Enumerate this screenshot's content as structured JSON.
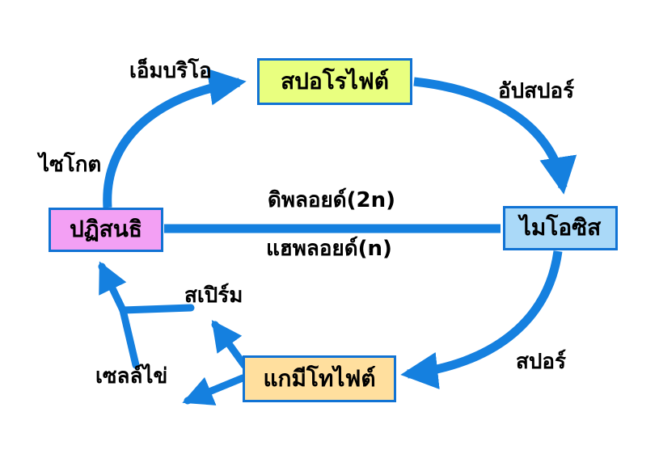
{
  "diagram": {
    "nodes": {
      "sporophyte": {
        "label": "สปอโรไฟต์",
        "bg": "#e9ff7f"
      },
      "fertilization": {
        "label": "ปฏิสนธิ",
        "bg": "#f3a0f4"
      },
      "meiosis": {
        "label": "ไมโอซิส",
        "bg": "#aad9f8"
      },
      "gametophyte": {
        "label": "แกมีโทไฟต์",
        "bg": "#ffdf9e"
      }
    },
    "edge_labels": {
      "embryo": "เอ็มบริโอ",
      "sporangium": "อัปสปอร์",
      "zygote": "ไซโกต",
      "diploid": "ดิพลอยด์(2n)",
      "haploid": "แฮพลอยด์(n)",
      "sperm": "สเปิร์ม",
      "egg_cell": "เซลล์ไข่",
      "spore": "สปอร์"
    },
    "colors": {
      "arrow": "#1580df",
      "box_border": "#1173d4",
      "background": "#ffffff",
      "text": "#000000"
    }
  }
}
